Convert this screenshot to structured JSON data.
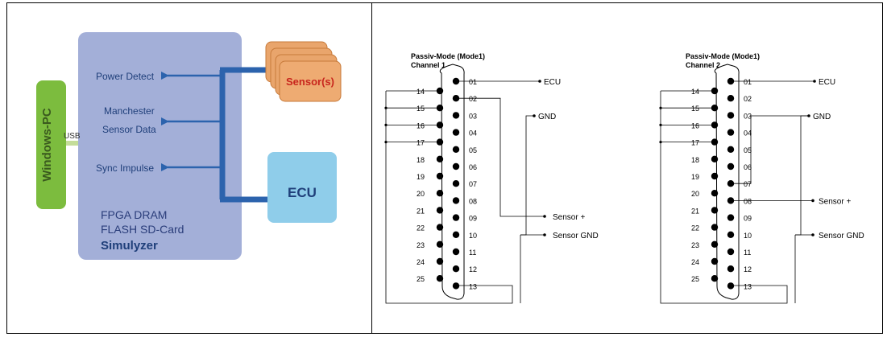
{
  "left": {
    "windows_pc": "Windows-PC",
    "usb": "USB",
    "power_detect": "Power Detect",
    "manchester": "Manchester",
    "sensor_data": "Sensor Data",
    "sync_impulse": "Sync Impulse",
    "fpga_line1": "FPGA DRAM",
    "fpga_line2": "FLASH SD-Card",
    "simulyzer": "Simulyzer",
    "sensors": "Sensor(s)",
    "ecu": "ECU",
    "colors": {
      "box": "#a3afd8",
      "pc": "#7cbc3e",
      "sensor": "#e9a56c",
      "ecu": "#8fcdea",
      "bus": "#2c63ad"
    }
  },
  "channels": [
    {
      "title1": "Passiv-Mode (Mode1)",
      "title2": "Channel 1",
      "pins_top": [
        "01",
        "02",
        "03",
        "04",
        "05",
        "06",
        "07",
        "08",
        "09",
        "10",
        "11",
        "12",
        "13"
      ],
      "pins_bottom": [
        "14",
        "15",
        "16",
        "17",
        "18",
        "19",
        "20",
        "21",
        "22",
        "23",
        "24",
        "25"
      ],
      "labels": {
        "ecu": "ECU",
        "gnd": "GND",
        "sensor_plus": "Sensor +",
        "sensor_gnd": "Sensor GND"
      }
    },
    {
      "title1": "Passiv-Mode (Mode1)",
      "title2": "Channel 2",
      "pins_top": [
        "01",
        "02",
        "03",
        "04",
        "05",
        "06",
        "07",
        "08",
        "09",
        "10",
        "11",
        "12",
        "13"
      ],
      "pins_bottom": [
        "14",
        "15",
        "16",
        "17",
        "18",
        "19",
        "20",
        "21",
        "22",
        "23",
        "24",
        "25"
      ],
      "labels": {
        "ecu": "ECU",
        "gnd": "GND",
        "sensor_plus": "Sensor +",
        "sensor_gnd": "Sensor GND"
      }
    }
  ]
}
